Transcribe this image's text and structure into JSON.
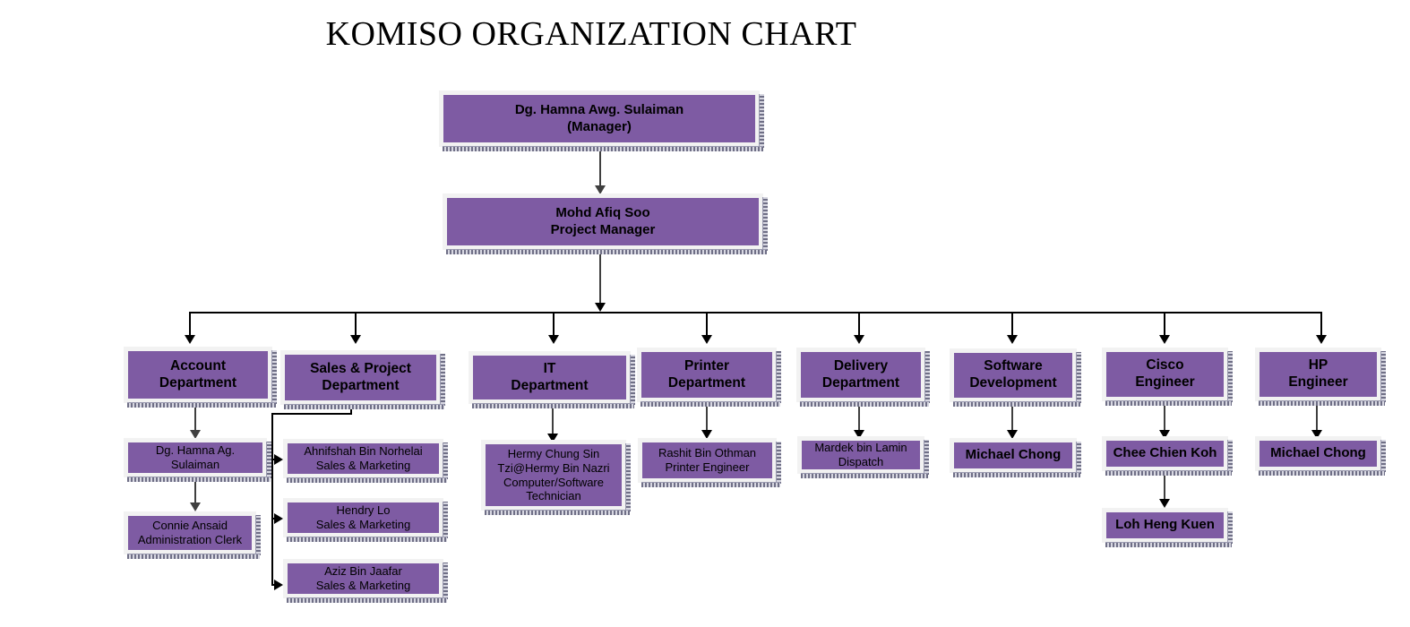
{
  "title": "KOMISO ORGANIZATION CHART",
  "colors": {
    "node_fill": "#7e5ba3",
    "node_frame": "#f2f2f2",
    "text": "#000000",
    "connector": "#3f3f3f",
    "background": "#ffffff"
  },
  "nodes": {
    "manager": {
      "line1": "Dg. Hamna Awg. Sulaiman",
      "line2": "(Manager)"
    },
    "project_manager": {
      "line1": "Mohd Afiq Soo",
      "line2": "Project Manager"
    },
    "dept_account": {
      "line1": "Account",
      "line2": "Department"
    },
    "dept_sales": {
      "line1": "Sales & Project",
      "line2": "Department"
    },
    "dept_it": {
      "line1": "IT",
      "line2": "Department"
    },
    "dept_printer": {
      "line1": "Printer",
      "line2": "Department"
    },
    "dept_delivery": {
      "line1": "Delivery",
      "line2": "Department"
    },
    "dept_software": {
      "line1": "Software",
      "line2": "Development"
    },
    "dept_cisco": {
      "line1": "Cisco",
      "line2": "Engineer"
    },
    "dept_hp": {
      "line1": "HP",
      "line2": "Engineer"
    },
    "account_1": {
      "line1": "Dg. Hamna Ag.",
      "line2": "Sulaiman"
    },
    "account_2": {
      "line1": "Connie Ansaid",
      "line2": "Administration Clerk"
    },
    "sales_1": {
      "line1": "Ahnifshah Bin Norhelai",
      "line2": "Sales & Marketing"
    },
    "sales_2": {
      "line1": "Hendry Lo",
      "line2": "Sales & Marketing"
    },
    "sales_3": {
      "line1": "Aziz Bin Jaafar",
      "line2": "Sales & Marketing"
    },
    "it_1": {
      "line1": "Hermy Chung Sin",
      "line2": "Tzi@Hermy Bin Nazri",
      "line3": "Computer/Software",
      "line4": "Technician"
    },
    "printer_1": {
      "line1": "Rashit Bin Othman",
      "line2": "Printer Engineer"
    },
    "delivery_1": {
      "line1": "Mardek bin Lamin",
      "line2": "Dispatch"
    },
    "software_1": {
      "line1": "Michael Chong"
    },
    "cisco_1": {
      "line1": "Chee Chien Koh"
    },
    "cisco_2": {
      "line1": "Loh Heng Kuen"
    },
    "hp_1": {
      "line1": "Michael Chong"
    }
  }
}
